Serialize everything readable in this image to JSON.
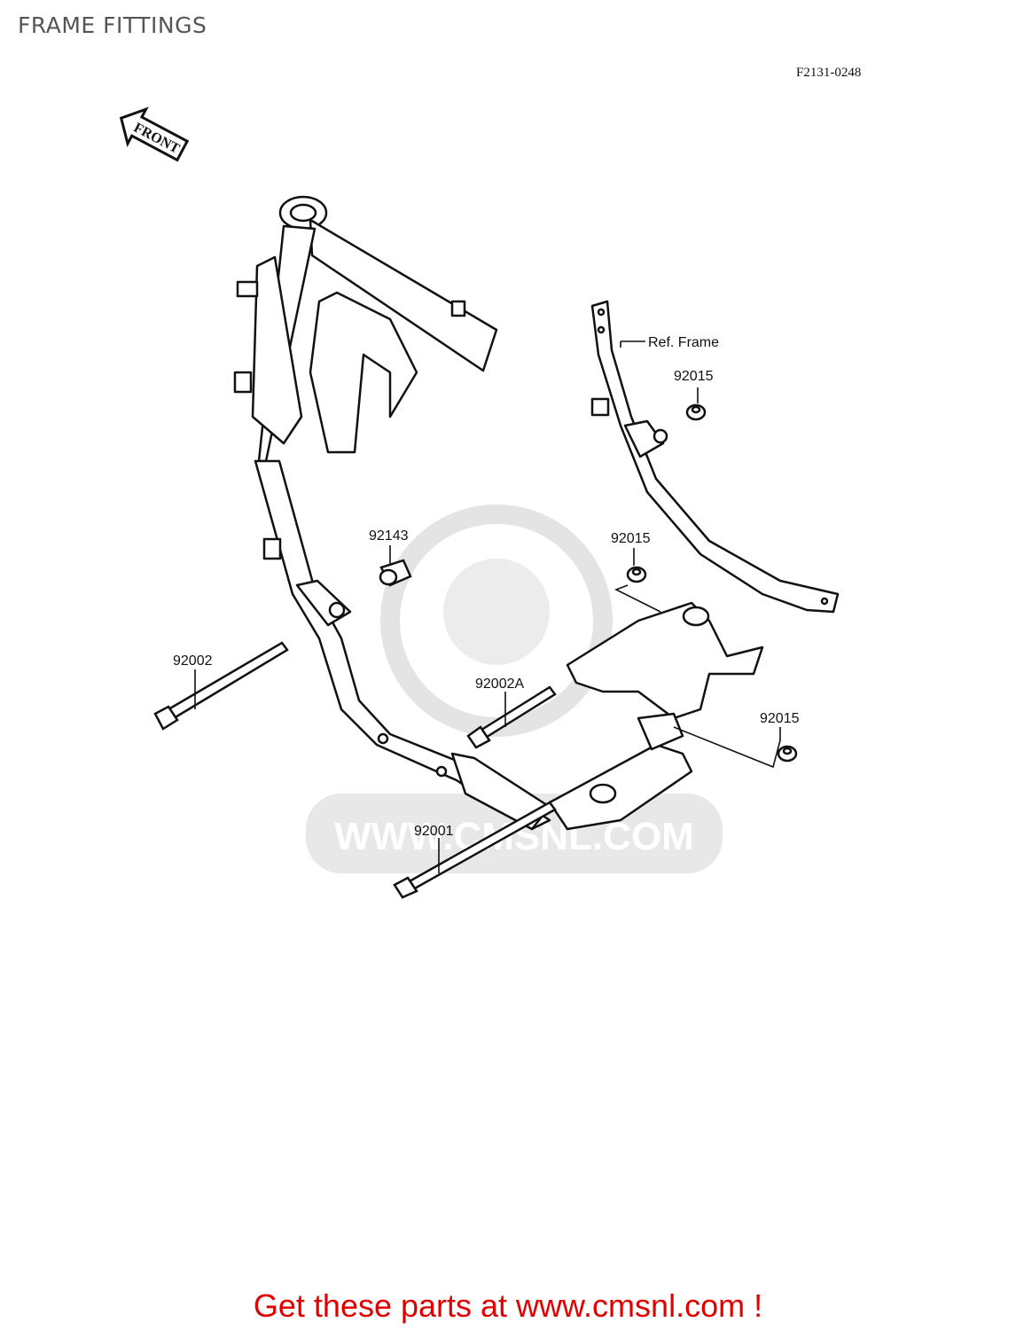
{
  "page_title": "FRAME FITTINGS",
  "diagram_code": "F2131-0248",
  "front_arrow_label": "FRONT",
  "ref_frame_label": "Ref. Frame",
  "parts": {
    "p92015_a": "92015",
    "p92015_b": "92015",
    "p92015_c": "92015",
    "p92143": "92143",
    "p92002": "92002",
    "p92002a": "92002A",
    "p92001": "92001"
  },
  "watermark_text": "WWW.CMSNL.COM",
  "cta_text": "Get these parts at www.cmsnl.com !",
  "colors": {
    "cta": "#e00000",
    "title": "#555555",
    "watermark": "#dddddd"
  }
}
